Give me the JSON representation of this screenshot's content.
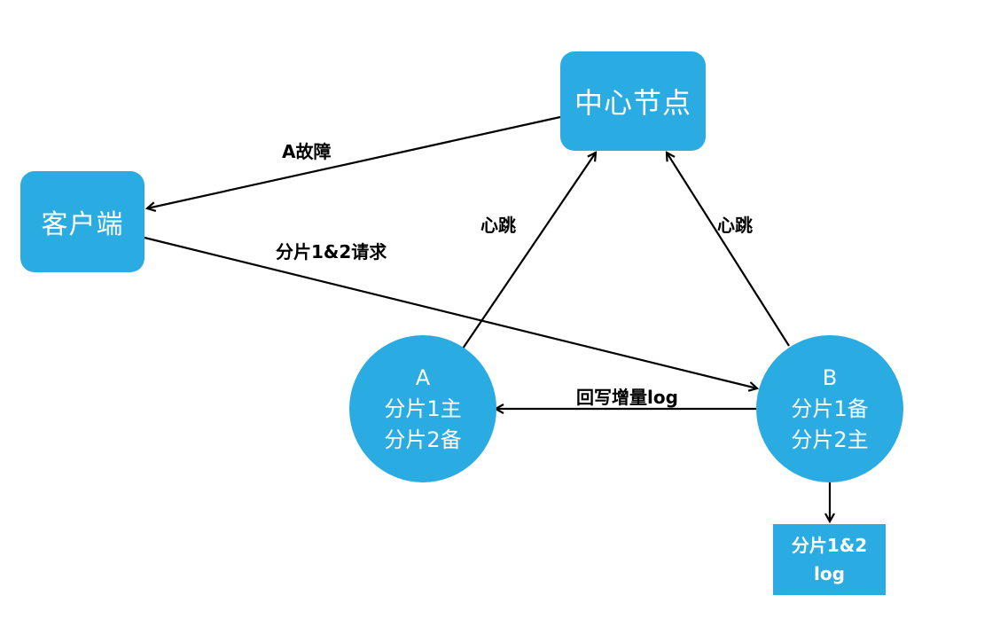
{
  "nodes": {
    "center": "中心节点",
    "client": "客户端",
    "a": {
      "name": "A",
      "line1": "分片1主",
      "line2": "分片2备"
    },
    "b": {
      "name": "B",
      "line1": "分片1备",
      "line2": "分片2主"
    },
    "log": {
      "line1": "分片1&2",
      "line2": "log"
    }
  },
  "edge_labels": {
    "fault": "A故障",
    "request": "分片1&2请求",
    "heartbeat_a": "心跳",
    "heartbeat_b": "心跳",
    "writeback": "回写增量log"
  },
  "colors": {
    "node_fill": "#2aabe2",
    "node_text": "#ffffff",
    "edge": "#000000"
  }
}
